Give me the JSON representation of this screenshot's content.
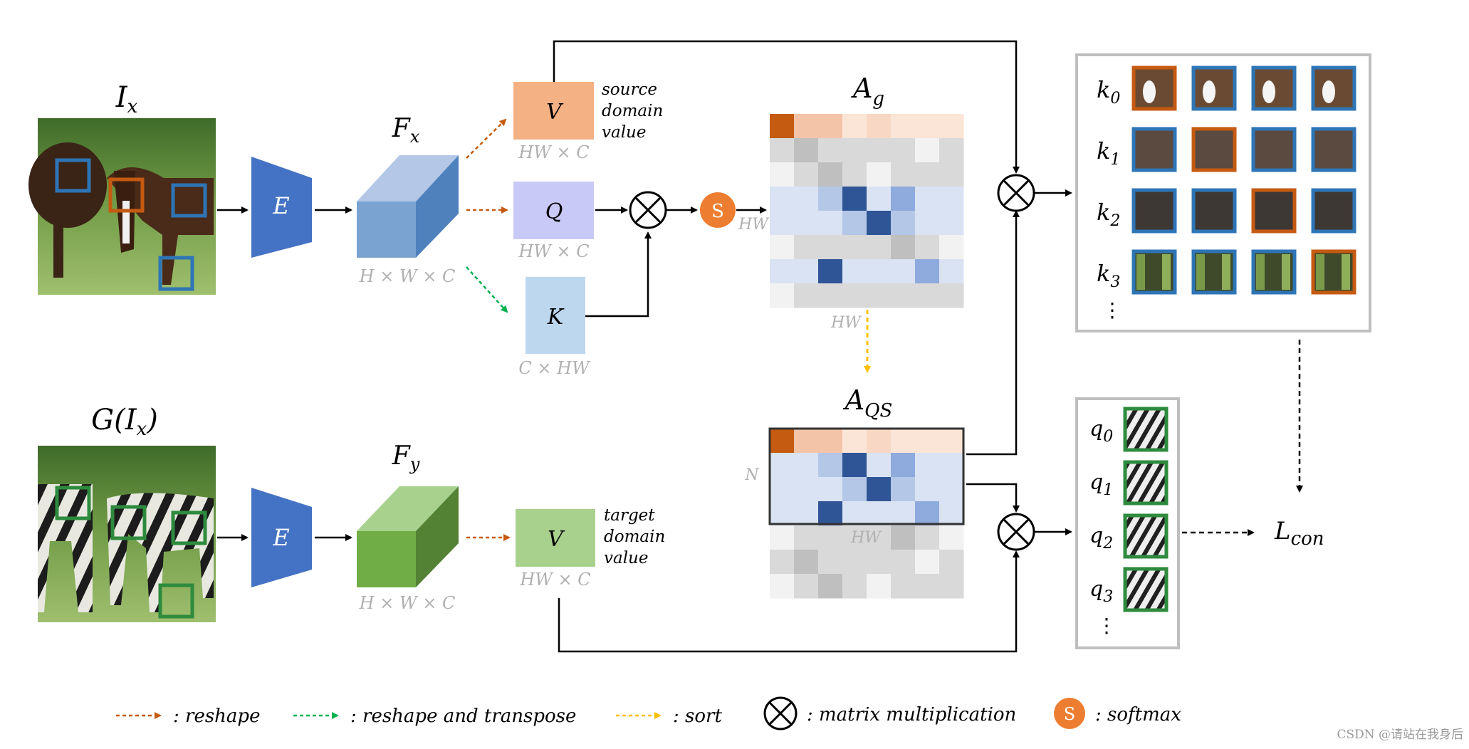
{
  "top": {
    "image_label": "I",
    "image_label_sub": "x",
    "encoder_label": "E",
    "feature_label": "F",
    "feature_label_sub": "x",
    "feature_dims": "H × W × C",
    "v_label": "V",
    "v_dims": "HW × C",
    "v_note": [
      "source",
      "domain",
      "value"
    ],
    "q_label": "Q",
    "q_dims": "HW × C",
    "k_label": "K",
    "k_dims": "C × HW",
    "softmax_symbol": "S",
    "hw_label": "HW",
    "ag_label": "A",
    "ag_sub": "g",
    "ag_hw": "HW"
  },
  "bottom": {
    "image_label": "G(I",
    "image_label_sub": "x",
    "image_label_close": ")",
    "encoder_label": "E",
    "feature_label": "F",
    "feature_label_sub": "y",
    "feature_dims": "H × W × C",
    "v_label": "V",
    "v_dims": "HW × C",
    "v_note": [
      "target",
      "domain",
      "value"
    ],
    "aqs_label": "A",
    "aqs_sub": "QS",
    "n_label": "N",
    "aqs_hw": "HW"
  },
  "keys_panel": {
    "rows": [
      {
        "label": "k",
        "sub": "0"
      },
      {
        "label": "k",
        "sub": "1"
      },
      {
        "label": "k",
        "sub": "2"
      },
      {
        "label": "k",
        "sub": "3"
      }
    ],
    "ellipsis": "⋮"
  },
  "queries_panel": {
    "rows": [
      {
        "label": "q",
        "sub": "0"
      },
      {
        "label": "q",
        "sub": "1"
      },
      {
        "label": "q",
        "sub": "2"
      },
      {
        "label": "q",
        "sub": "3"
      }
    ],
    "ellipsis": "⋮"
  },
  "loss": {
    "label": "L",
    "sub": "con"
  },
  "legend": {
    "reshape": ": reshape",
    "reshape_transpose": ": reshape and transpose",
    "sort": ": sort",
    "matmul": ": matrix multiplication",
    "softmax_symbol": "S",
    "softmax": ": softmax"
  },
  "watermark": "CSDN @请站在我身后",
  "colors": {
    "orange": "#c55a11",
    "blue_box": "#2e75b6",
    "green_box": "#2e8b3e",
    "encoder": "#4472c4",
    "softmax": "#ed7d31",
    "reshape_arrow": "#c55a11",
    "transpose_arrow": "#00b050",
    "sort_arrow": "#ffc000"
  }
}
